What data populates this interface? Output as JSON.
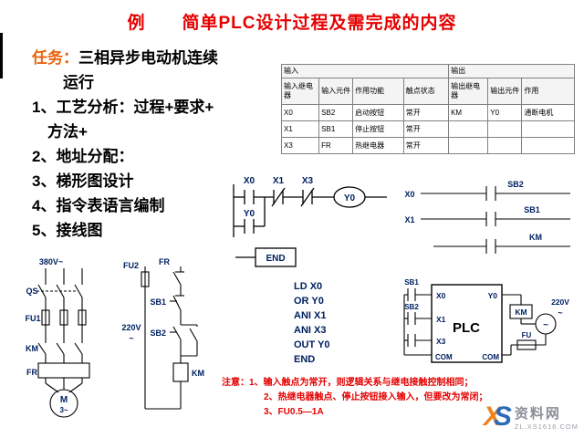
{
  "colors": {
    "title_red": "#e60000",
    "task_orange": "#e8650d",
    "note_red": "#e60000",
    "schematic_navy": "#002060",
    "watermark_orange": "#f0821e",
    "watermark_blue": "#2b6cb8"
  },
  "slide": {
    "title": "例　　简单PLC设计过程及需完成的内容"
  },
  "task": {
    "label": "任务：",
    "line1": "三相异步电动机连续",
    "line2": "运行"
  },
  "steps": {
    "s1a": "1、工艺分析：过程+要求+",
    "s1b": "方法+",
    "s2": "2、地址分配：",
    "s3": "3、梯形图设计",
    "s4": "4、指令表语言编制",
    "s5": "5、接线图"
  },
  "io_table": {
    "group_input": "输入",
    "group_output": "输出",
    "headers": [
      "输入继电器",
      "输入元件",
      "作用功能",
      "触点状态",
      "输出继电器",
      "输出元件",
      "作用"
    ],
    "rows": [
      [
        "X0",
        "SB2",
        "启动按钮",
        "常开",
        "KM",
        "Y0",
        "通断电机"
      ],
      [
        "X1",
        "SB1",
        "停止按钮",
        "常开",
        "",
        "",
        ""
      ],
      [
        "X3",
        "FR",
        "热继电器",
        "常开",
        "",
        "",
        ""
      ]
    ]
  },
  "ladder": {
    "x0": "X0",
    "x1": "X1",
    "x3": "X3",
    "y0_coil": "Y0",
    "y0_contact": "Y0",
    "end": "END"
  },
  "instructions": [
    "LD X0",
    "OR Y0",
    "ANI X1",
    "ANI X3",
    "OUT Y0",
    "END"
  ],
  "main_circuit": {
    "supply": "380V~",
    "qs": "QS",
    "fu1": "FU1",
    "km": "KM",
    "fr": "FR",
    "motor": "M",
    "motor_sub": "3~"
  },
  "control_circuit": {
    "fu2": "FU2",
    "fr": "FR",
    "sb1": "SB1",
    "supply": "220V",
    "supply_tilde": "~",
    "sb2": "SB2",
    "km": "KM"
  },
  "plc_wiring": {
    "sig_x0": "X0",
    "sig_sb2": "SB2",
    "sig_x1": "X1",
    "sig_sb1": "SB1",
    "sig_km": "KM",
    "in_sb1": "SB1",
    "in_sb2": "SB2",
    "pin_x0": "X0",
    "pin_x1": "X1",
    "pin_x3": "X3",
    "pin_y0": "Y0",
    "pin_com_left": "COM",
    "pin_com_right": "COM",
    "plc": "PLC",
    "km_coil": "KM",
    "supply": "220V",
    "supply_tilde": "~",
    "source_tilde": "~",
    "fu": "FU"
  },
  "notes": {
    "n1": "注意：1、输入触点为常开，则逻辑关系与继电接触控制相同；",
    "n2": "2、热继电器触点、停止按钮接入输入，但要改为常闭；",
    "n3": "3、FU0.5—1A"
  },
  "watermark": {
    "logo_x": "X",
    "logo_s": "S",
    "name": "资料网",
    "url": "ZL.XS1616.COM"
  }
}
